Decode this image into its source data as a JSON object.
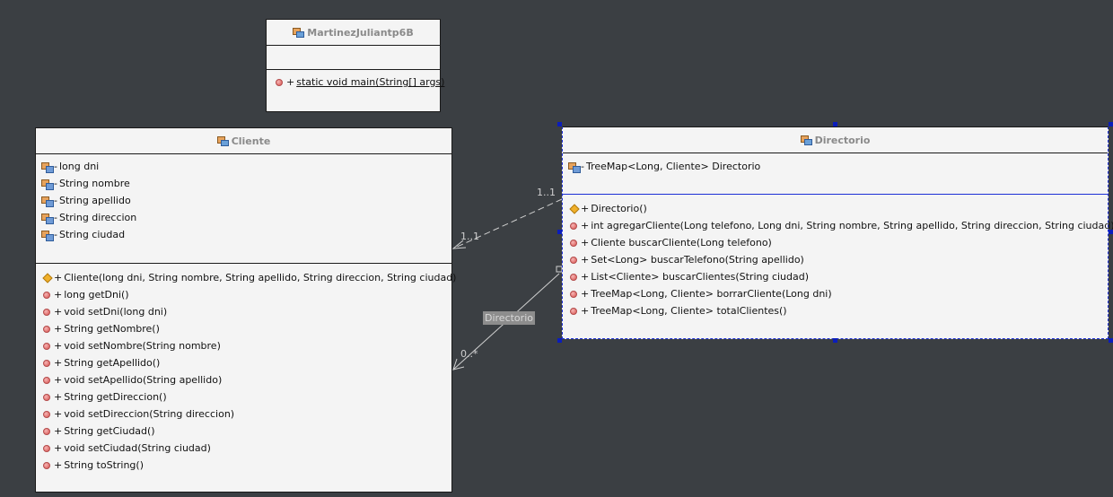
{
  "main_class": {
    "name": "MartinezJuliantp6B",
    "methods": [
      {
        "icon": "method-icon",
        "vis": "+",
        "text": "static void main(String[] args)"
      }
    ]
  },
  "cliente": {
    "name": "Cliente",
    "attributes": [
      {
        "vis": "-",
        "text": "long dni"
      },
      {
        "vis": "-",
        "text": "String nombre"
      },
      {
        "vis": "-",
        "text": "String apellido"
      },
      {
        "vis": "-",
        "text": "String direccion"
      },
      {
        "vis": "-",
        "text": "String ciudad"
      }
    ],
    "methods": [
      {
        "kind": "constructor",
        "vis": "+",
        "text": "Cliente(long dni, String nombre, String apellido, String direccion, String ciudad)"
      },
      {
        "kind": "method",
        "vis": "+",
        "text": "long getDni()"
      },
      {
        "kind": "method",
        "vis": "+",
        "text": "void setDni(long dni)"
      },
      {
        "kind": "method",
        "vis": "+",
        "text": "String getNombre()"
      },
      {
        "kind": "method",
        "vis": "+",
        "text": "void setNombre(String nombre)"
      },
      {
        "kind": "method",
        "vis": "+",
        "text": "String getApellido()"
      },
      {
        "kind": "method",
        "vis": "+",
        "text": "void setApellido(String apellido)"
      },
      {
        "kind": "method",
        "vis": "+",
        "text": "String getDireccion()"
      },
      {
        "kind": "method",
        "vis": "+",
        "text": "void setDireccion(String direccion)"
      },
      {
        "kind": "method",
        "vis": "+",
        "text": "String getCiudad()"
      },
      {
        "kind": "method",
        "vis": "+",
        "text": "void setCiudad(String ciudad)"
      },
      {
        "kind": "method",
        "vis": "+",
        "text": "String toString()"
      }
    ]
  },
  "directorio": {
    "name": "Directorio",
    "attributes": [
      {
        "vis": "-",
        "text": "TreeMap<Long, Cliente> Directorio"
      }
    ],
    "methods": [
      {
        "kind": "constructor",
        "vis": "+",
        "text": "Directorio()"
      },
      {
        "kind": "method",
        "vis": "+",
        "text": "int agregarCliente(Long telefono, Long dni, String nombre, String apellido, String direccion, String ciudad)"
      },
      {
        "kind": "method",
        "vis": "+",
        "text": "Cliente buscarCliente(Long telefono)"
      },
      {
        "kind": "method",
        "vis": "+",
        "text": "Set<Long> buscarTelefono(String apellido)"
      },
      {
        "kind": "method",
        "vis": "+",
        "text": "List<Cliente> buscarClientes(String ciudad)"
      },
      {
        "kind": "method",
        "vis": "+",
        "text": "TreeMap<Long, Cliente> borrarCliente(Long dni)"
      },
      {
        "kind": "method",
        "vis": "+",
        "text": "TreeMap<Long, Cliente> totalClientes()"
      }
    ]
  },
  "links": {
    "dependency_mult_source": "1..1",
    "dependency_mult_target": "1..1",
    "association_label": "Directorio",
    "association_mult_target": "0..*"
  },
  "colors": {
    "background": "#3b3f43",
    "class_fill": "#f4f4f4",
    "selection": "#1c2fd6",
    "link_line": "#d0d0d0"
  }
}
